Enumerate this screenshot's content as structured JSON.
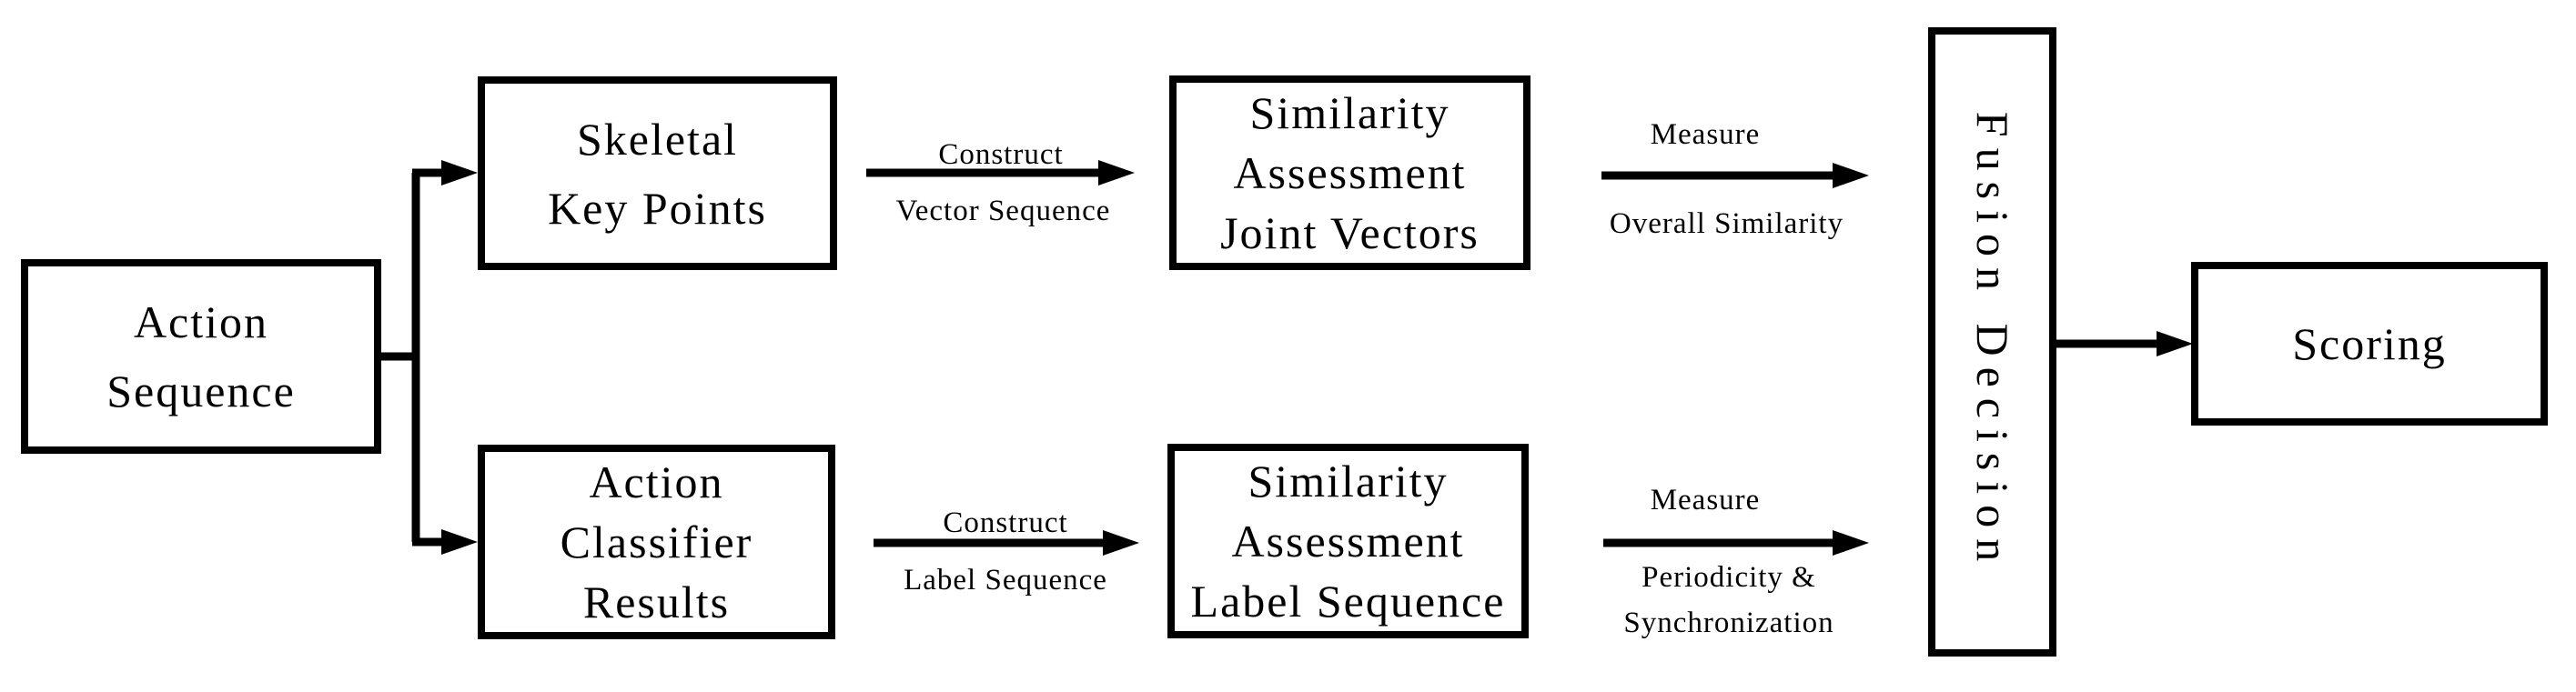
{
  "diagram": {
    "background": "#ffffff",
    "line_color": "#000000",
    "nodes": {
      "action_sequence": {
        "line1": "Action",
        "line2": "Sequence"
      },
      "skeletal_key_points": {
        "line1": "Skeletal",
        "line2": "Key Points"
      },
      "action_classifier_results": {
        "line1": "Action",
        "line2": "Classifier",
        "line3": "Results"
      },
      "similarity_assessment_joint_vectors": {
        "line1": "Similarity",
        "line2": "Assessment",
        "line3": "Joint Vectors"
      },
      "similarity_assessment_label_sequence": {
        "line1": "Similarity",
        "line2": "Assessment",
        "line3": "Label Sequence"
      },
      "fusion_decision": {
        "label": "Fusion Decision"
      },
      "scoring": {
        "label": "Scoring"
      }
    },
    "edge_labels": {
      "construct_vector": {
        "above": "Construct",
        "below": "Vector Sequence"
      },
      "measure_overall": {
        "above": "Measure",
        "below": "Overall Similarity"
      },
      "construct_label": {
        "above": "Construct",
        "below": "Label Sequence"
      },
      "measure_periodicity": {
        "above": "Measure",
        "below_line1": "Periodicity &",
        "below_line2": "Synchronization"
      }
    }
  }
}
